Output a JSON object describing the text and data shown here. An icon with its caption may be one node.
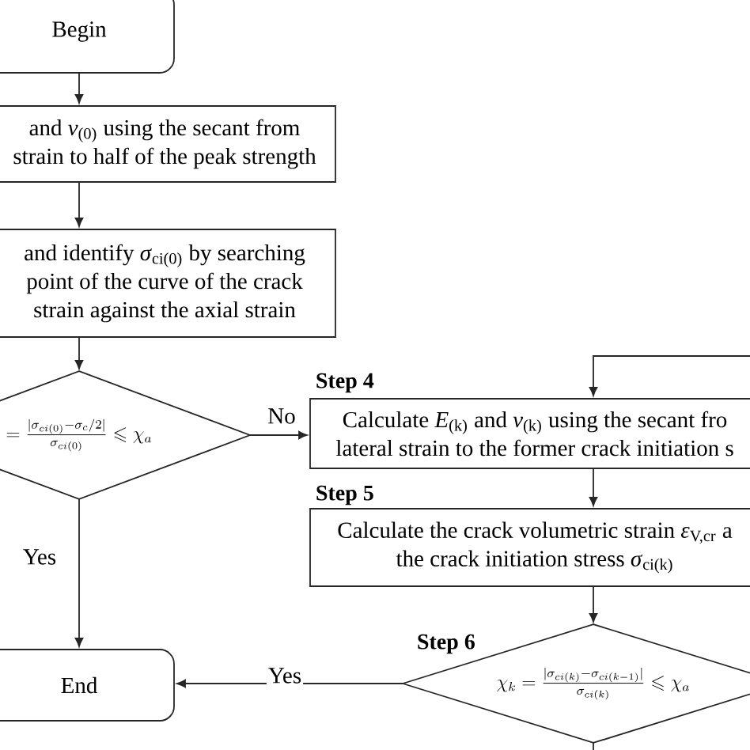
{
  "diagram": {
    "nodes": [
      {
        "text": [
          "Begin"
        ]
      },
      {
        "text": [
          "and *v*$_{(0)}$ using the secant from strain to half of the peak strength"
        ]
      },
      {
        "text": [
          "and identify *σ*$_{ci(0)}$ by searching point of the curve of the crack strain against the axial strain"
        ]
      },
      {
        "text": [
          "=\\frac{|\\sigma_{ci(0)}-\\sigma_c/2|}{\\sigma_{ci(0)}}\\leqslant\\chi_a"
        ]
      },
      {
        "text": [
          "Step 4",
          "Calculate *E*$_{(k)}$ and *v*$_{(k)}$ using the secant fro lateral strain to the former crack initiation s"
        ]
      },
      {
        "text": [
          "Step 5",
          "Calculate the crack volumetric strain *ε*$_{V,cr}$ a the crack initiation stress *σ*$_{ci(k)}$"
        ]
      },
      {
        "text": [
          "End"
        ]
      },
      {
        "text": [
          "Step 6",
          "\\chi_k=\\frac{|\\sigma_{ci(k)}-\\sigma_{ci(k-1)}|}{\\sigma_{ci(k)}}\\leqslant\\chi_a"
        ]
      }
    ],
    "edges": [
      {
        "from": 0,
        "to": 1,
        "arrow": "to"
      },
      {
        "from": 1,
        "to": 2,
        "arrow": "to"
      },
      {
        "from": 2,
        "to": 3,
        "arrow": "to"
      },
      {
        "from": 3,
        "to": 4,
        "arrow": "to",
        "label": "No"
      },
      {
        "from": 3,
        "to": 6,
        "arrow": "to",
        "label": "Yes"
      },
      {
        "from": 4,
        "to": 5,
        "arrow": "to"
      },
      {
        "from": 5,
        "to": 7,
        "arrow": "to"
      },
      {
        "from": 7,
        "to": 6,
        "arrow": "to",
        "label": "Yes"
      },
      {
        "from": 7,
        "to": null,
        "arrow": "none"
      },
      {
        "from": null,
        "to": 4,
        "arrow": "to"
      }
    ]
  }
}
